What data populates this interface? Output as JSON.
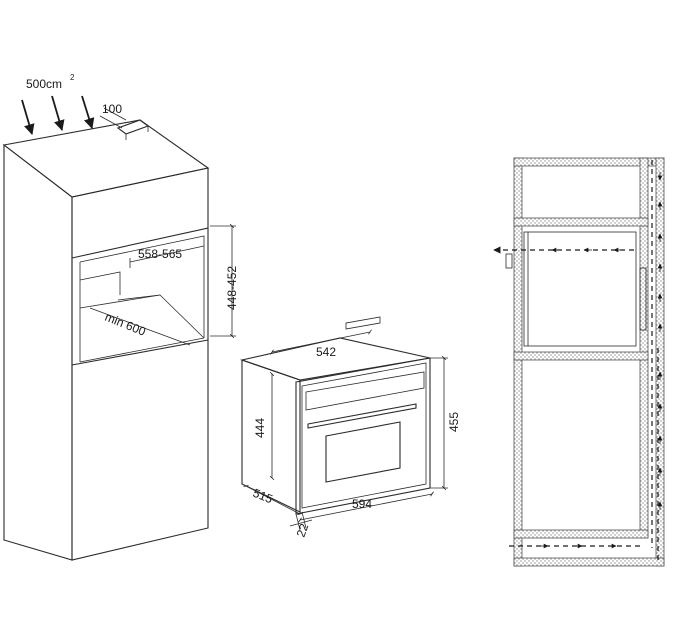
{
  "labels": {
    "vent_area": "500cm",
    "vent_area_sup": "2",
    "vent_depth": "100",
    "niche_width": "558-565",
    "niche_height": "448-452",
    "niche_depth": "min 600",
    "oven_depth_top": "542",
    "oven_height_body": "444",
    "oven_height_front": "455",
    "oven_depth_side": "515",
    "oven_width": "594",
    "oven_front_thickness": "22"
  },
  "colors": {
    "line": "#2b2b2b",
    "hatch": "#8a8a8a",
    "background": "#ffffff"
  }
}
